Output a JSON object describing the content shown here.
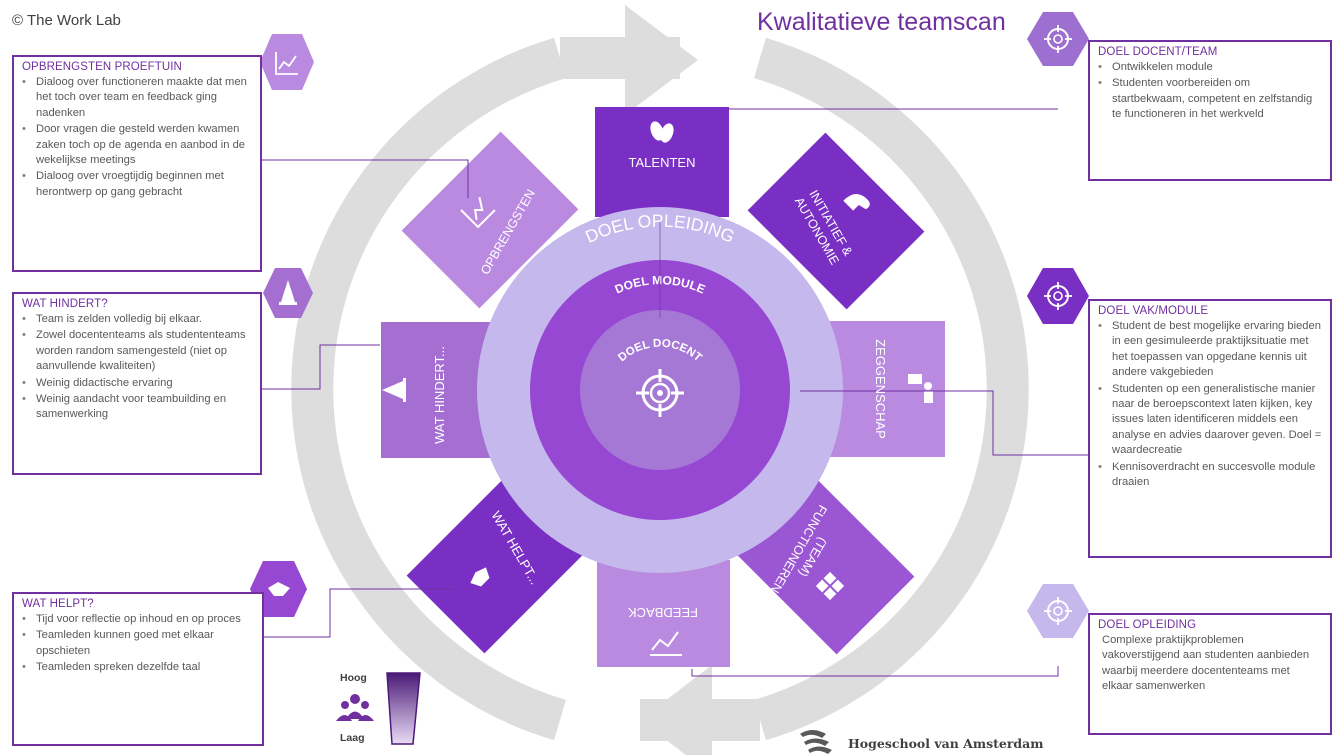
{
  "header": {
    "copyright": "© The Work Lab",
    "title": "Kwalitatieve teamscan"
  },
  "wheel": {
    "segments": {
      "talenten": "TALENTEN",
      "initiatief_1": "INITIATIEF &",
      "initiatief_2": "AUTONOMIE",
      "zeggenschap": "ZEGGENSCHAP",
      "team_1": "(TEAM)",
      "team_2": "FUNCTIONEREN",
      "feedback": "FEEDBACK",
      "wat_helpt": "WAT HELPT...",
      "wat_hindert": "WAT HINDERT...",
      "opbrengsten": "OPBRENGSTEN"
    },
    "rings": {
      "opleiding": "DOEL OPLEIDING",
      "module": "DOEL MODULE",
      "docent": "DOEL DOCENT"
    }
  },
  "boxes": {
    "opbrengsten": {
      "heading": "OPBRENGSTEN PROEFTUIN",
      "items": [
        "Dialoog over functioneren maakte dat men het toch over team en feedback ging nadenken",
        "Door vragen  die gesteld werden kwamen  zaken toch op de agenda en aanbod in de wekelijkse meetings",
        "Dialoog over vroegtijdig beginnen met herontwerp op gang gebracht"
      ]
    },
    "wat_hindert": {
      "heading": "WAT HINDERT?",
      "items": [
        "Team is zelden volledig bij elkaar.",
        "Zowel docententeams als studententeams worden random samengesteld (niet op aanvullende kwaliteiten)",
        "Weinig didactische ervaring",
        "Weinig aandacht voor teambuilding en samenwerking"
      ]
    },
    "wat_helpt": {
      "heading": "WAT HELPT?",
      "items": [
        "Tijd voor reflectie op inhoud en op proces",
        "Teamleden kunnen goed met elkaar opschieten",
        "Teamleden spreken dezelfde taal"
      ]
    },
    "doel_docent_team": {
      "heading": "DOEL DOCENT/TEAM",
      "items": [
        "Ontwikkelen module",
        "Studenten voorbereiden om startbekwaam, competent en zelfstandig te functioneren in het werkveld"
      ]
    },
    "doel_vak_module": {
      "heading": "DOEL VAK/MODULE",
      "items": [
        "Student de best mogelijke ervaring bieden in een gesimuleerde praktijksituatie met het toepassen van opgedane kennis uit andere vakgebieden",
        "Studenten op een generalistische manier naar de beroepscontext laten kijken, key issues laten identificeren  middels een analyse en advies daarover geven. Doel = waardecreatie",
        "Kennisoverdracht en succesvolle module draaien"
      ]
    },
    "doel_opleiding": {
      "heading": "DOEL OPLEIDING",
      "text": "Complexe praktijkproblemen vakoverstijgend aan studenten aanbieden waarbij meerdere docententeams met elkaar samenwerken"
    }
  },
  "legend": {
    "high": "Hoog",
    "low": "Laag"
  },
  "footer": {
    "institution": "Hogeschool van Amsterdam"
  },
  "colors": {
    "accent": "#7030a0",
    "purple_dark": "#7a2fc4",
    "purple_mid": "#9b57d3",
    "purple_light": "#b98ae0",
    "lavender": "#c5b8ec",
    "ring_gray": "#dcdcdc"
  }
}
